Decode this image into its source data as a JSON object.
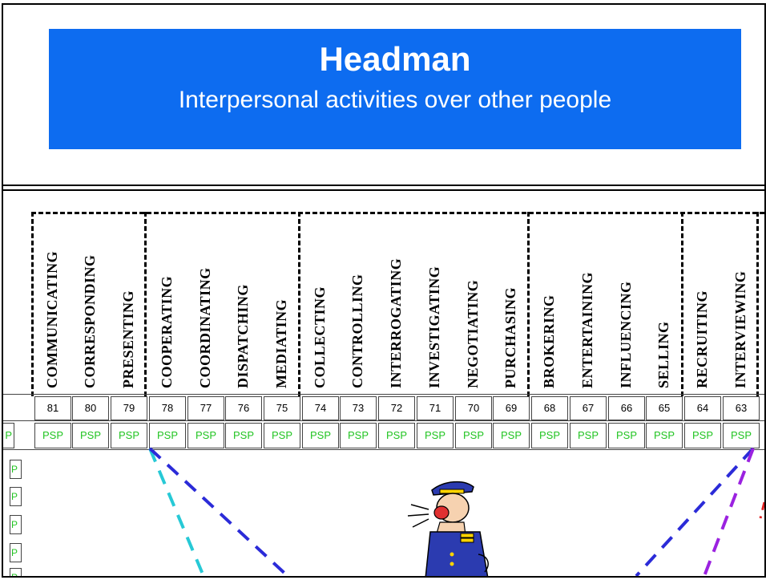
{
  "banner": {
    "title": "Headman",
    "subtitle": "Interpersonal activities over other people"
  },
  "activities": [
    {
      "label": "COMMUNICATING",
      "number": "81",
      "code": "PSP"
    },
    {
      "label": "CORRESPONDING",
      "number": "80",
      "code": "PSP"
    },
    {
      "label": "PRESENTING",
      "number": "79",
      "code": "PSP"
    },
    {
      "label": "COOPERATING",
      "number": "78",
      "code": "PSP"
    },
    {
      "label": "COORDINATING",
      "number": "77",
      "code": "PSP"
    },
    {
      "label": "DISPATCHING",
      "number": "76",
      "code": "PSP"
    },
    {
      "label": "MEDIATING",
      "number": "75",
      "code": "PSP"
    },
    {
      "label": "COLLECTING",
      "number": "74",
      "code": "PSP"
    },
    {
      "label": "CONTROLLING",
      "number": "73",
      "code": "PSP"
    },
    {
      "label": "INTERROGATING",
      "number": "72",
      "code": "PSP"
    },
    {
      "label": "INVESTIGATING",
      "number": "71",
      "code": "PSP"
    },
    {
      "label": "NEGOTIATING",
      "number": "70",
      "code": "PSP"
    },
    {
      "label": "PURCHASING",
      "number": "69",
      "code": "PSP"
    },
    {
      "label": "BROKERING",
      "number": "68",
      "code": "PSP"
    },
    {
      "label": "ENTERTAINING",
      "number": "67",
      "code": "PSP"
    },
    {
      "label": "INFLUENCING",
      "number": "66",
      "code": "PSP"
    },
    {
      "label": "SELLING",
      "number": "65",
      "code": "PSP"
    },
    {
      "label": "RECRUITING",
      "number": "64",
      "code": "PSP"
    },
    {
      "label": "INTERVIEWING",
      "number": "63",
      "code": "PSP"
    }
  ],
  "side_codes": [
    "P",
    "P",
    "P",
    "P",
    "P",
    "P"
  ],
  "colors": {
    "banner": "#0d6cf0",
    "code_text": "#22c422",
    "line_cyan": "#27c9d6",
    "line_blue": "#2b2bd8",
    "line_purple": "#9b22e0"
  },
  "illustration": "shouting-officer-cartoon"
}
